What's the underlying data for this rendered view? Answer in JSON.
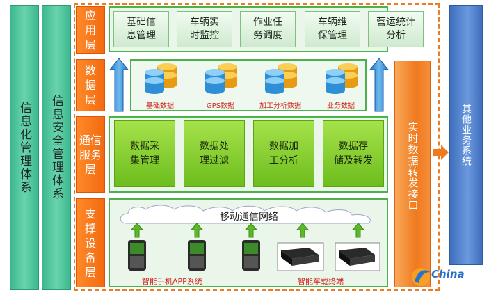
{
  "left_columns": [
    "信息化管理体系",
    "信息安全管理体系"
  ],
  "layers": {
    "app": "应用层",
    "data": "数据层",
    "comm": "通信服务层",
    "support": "支撑设备层"
  },
  "app_modules": [
    "基础信息管理",
    "车辆实时监控",
    "作业任务调度",
    "车辆维保管理",
    "营运统计分析"
  ],
  "app_modules_lines": [
    [
      "基础信",
      "息管理"
    ],
    [
      "车辆实",
      "时监控"
    ],
    [
      "作业任",
      "务调度"
    ],
    [
      "车辆维",
      "保管理"
    ],
    [
      "营运统计",
      "分析"
    ]
  ],
  "databases": [
    "基础数据",
    "GPS数据",
    "加工分析数据",
    "业务数据"
  ],
  "services": [
    [
      "数据采",
      "集管理"
    ],
    [
      "数据处",
      "理过滤"
    ],
    [
      "数据加",
      "工分析"
    ],
    [
      "数据存",
      "储及转发"
    ]
  ],
  "network": "移动通信网络",
  "device_labels": [
    "智能手机APP系统",
    "智能车载终端"
  ],
  "right_bar": "实时数据转发接口",
  "other_system": "其他业务系统",
  "logo": "China",
  "colors": {
    "orange": "#f07a1e",
    "green": "#4bb14b",
    "blue": "#3f6fbd",
    "teal": "#3cb88e"
  }
}
